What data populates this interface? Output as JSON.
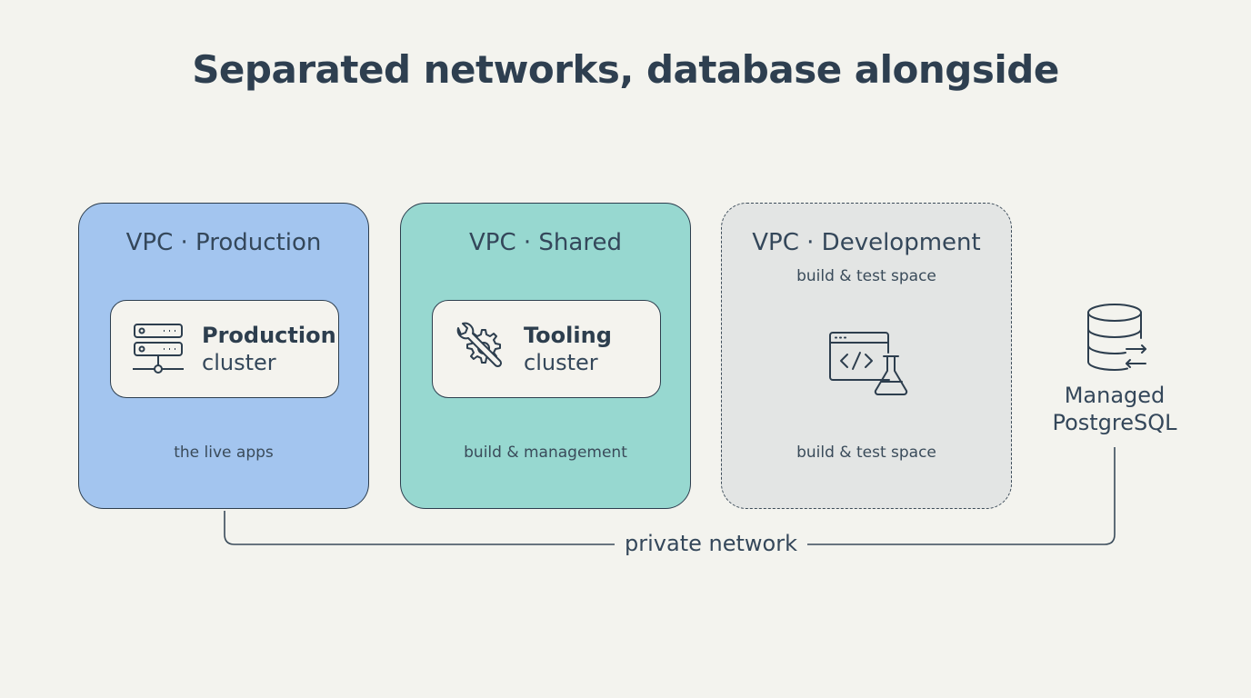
{
  "title": "Separated networks, database alongside",
  "vpcs": {
    "production": {
      "title": "VPC · Production",
      "cluster_name": "Production",
      "cluster_kind": "cluster",
      "caption": "the live apps"
    },
    "shared": {
      "title": "VPC · Shared",
      "cluster_name": "Tooling",
      "cluster_kind": "cluster",
      "caption": "build & management"
    },
    "development": {
      "title": "VPC · Development",
      "subtitle": "build & test space",
      "caption": "build & test space"
    }
  },
  "database": {
    "label_line1": "Managed",
    "label_line2": "PostgreSQL"
  },
  "network": {
    "label": "private network"
  },
  "icons": {
    "production_cluster": "server-rack-icon",
    "tooling_cluster": "wrench-gear-icon",
    "development": "code-window-flask-icon",
    "database": "database-sync-icon"
  },
  "colors": {
    "background": "#f3f3ee",
    "production": "#a3c5ef",
    "shared": "#97d8d0",
    "development": "#e3e5e4",
    "ink": "#2d3e4e"
  }
}
